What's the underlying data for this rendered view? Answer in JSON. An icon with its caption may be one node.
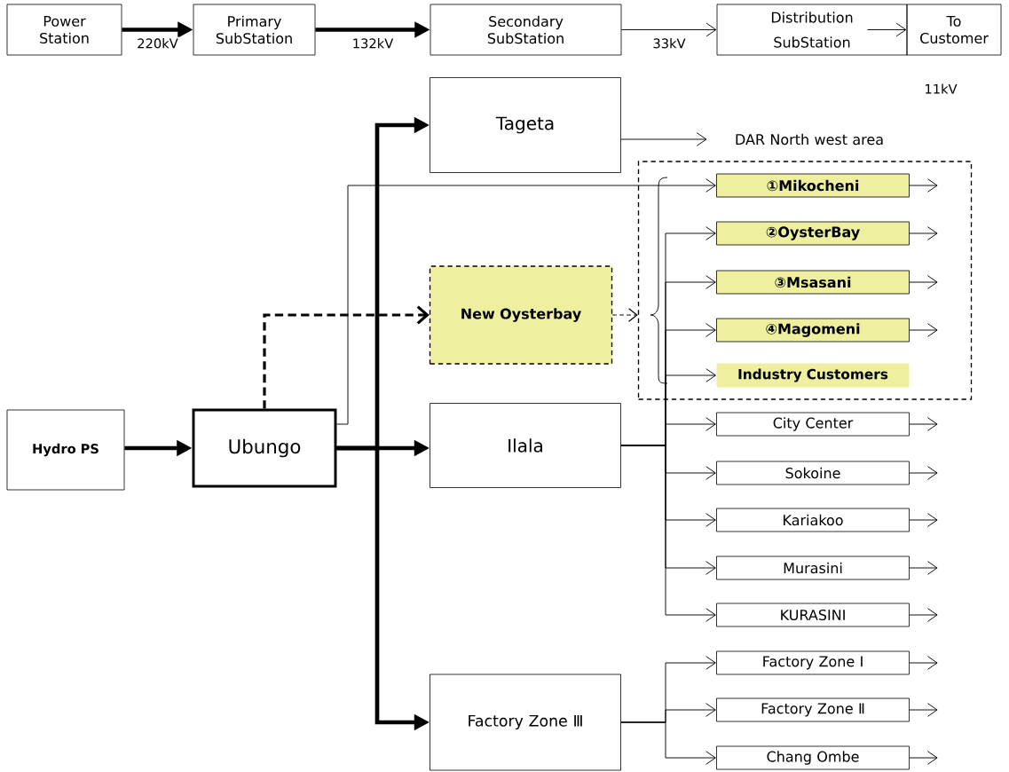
{
  "diagram": {
    "nodes": [
      {
        "text": [
          "Power Station"
        ]
      },
      {
        "text": [
          "Primary SubStation"
        ]
      },
      {
        "text": [
          "Secondary SubStation"
        ]
      },
      {
        "text": [
          "Distribution SubStation"
        ]
      },
      {
        "text": [
          "To Customer"
        ]
      },
      {
        "text": [
          "Hydro PS"
        ]
      },
      {
        "text": [
          "Ubungo"
        ]
      },
      {
        "text": [
          "Tageta"
        ]
      },
      {
        "text": [
          "New Oysterbay"
        ]
      },
      {
        "text": [
          "Ilala"
        ]
      },
      {
        "text": [
          "Factory Zone Ⅲ"
        ]
      },
      {
        "text": [],
        "shape": "box"
      },
      {
        "text": [
          "①Mikocheni"
        ],
        "in": 11
      },
      {
        "text": [
          "②OysterBay"
        ],
        "in": 11
      },
      {
        "text": [
          "③Msasani"
        ],
        "in": 11
      },
      {
        "text": [
          "④Magomeni"
        ],
        "in": 11
      },
      {
        "text": [
          "Industry Customers"
        ],
        "in": 11
      },
      {
        "text": [
          "City Center"
        ]
      },
      {
        "text": [
          "Sokoine"
        ]
      },
      {
        "text": [
          "Kariakoo"
        ]
      },
      {
        "text": [
          "Murasini"
        ]
      },
      {
        "text": [
          "KURASINI"
        ]
      },
      {
        "text": [
          "Factory Zone Ⅰ"
        ]
      },
      {
        "text": [
          "Factory Zone Ⅱ"
        ]
      },
      {
        "text": [
          "Chang Ombe"
        ]
      },
      {
        "text": [
          "DAR North west area"
        ]
      }
    ],
    "edges": [
      {
        "from": 0,
        "to": 1,
        "arrow": "to",
        "label": "220kV",
        "style": "thick"
      },
      {
        "from": 1,
        "to": 2,
        "arrow": "to",
        "label": "132kV",
        "style": "thick"
      },
      {
        "from": 2,
        "to": 3,
        "arrow": "to",
        "label": "33kV"
      },
      {
        "from": 3,
        "to": 4,
        "arrow": "to"
      },
      {
        "from": 5,
        "to": 6,
        "arrow": "to",
        "style": "thick"
      },
      {
        "from": 6,
        "to": 7,
        "arrow": "to",
        "style": "thick"
      },
      {
        "from": 6,
        "to": 9,
        "arrow": "to",
        "style": "thick"
      },
      {
        "from": 6,
        "to": 10,
        "arrow": "to",
        "style": "thick"
      },
      {
        "from": 6,
        "to": 8,
        "arrow": "to",
        "style": "dashed"
      },
      {
        "from": 6,
        "to": 12,
        "arrow": "to"
      },
      {
        "from": 7,
        "to": 25,
        "arrow": "to"
      },
      {
        "from": 8,
        "to": 11,
        "arrow": "to",
        "style": "dashed"
      },
      {
        "from": 9,
        "to": 13,
        "arrow": "to"
      },
      {
        "from": 9,
        "to": 14,
        "arrow": "to"
      },
      {
        "from": 9,
        "to": 15,
        "arrow": "to"
      },
      {
        "from": 9,
        "to": 16,
        "arrow": "to"
      },
      {
        "from": 9,
        "to": 17,
        "arrow": "to"
      },
      {
        "from": 9,
        "to": 18,
        "arrow": "to"
      },
      {
        "from": 9,
        "to": 19,
        "arrow": "to"
      },
      {
        "from": 9,
        "to": 20,
        "arrow": "to"
      },
      {
        "from": 9,
        "to": 21,
        "arrow": "to"
      },
      {
        "from": 10,
        "to": 22,
        "arrow": "to"
      },
      {
        "from": 10,
        "to": 23,
        "arrow": "to"
      },
      {
        "from": 10,
        "to": 24,
        "arrow": "to"
      },
      {
        "from": 12,
        "to": null,
        "arrow": "to"
      },
      {
        "from": 13,
        "to": null,
        "arrow": "to"
      },
      {
        "from": 14,
        "to": null,
        "arrow": "to"
      },
      {
        "from": 15,
        "to": null,
        "arrow": "to"
      },
      {
        "from": 17,
        "to": null,
        "arrow": "to"
      },
      {
        "from": 18,
        "to": null,
        "arrow": "to"
      },
      {
        "from": 19,
        "to": null,
        "arrow": "to"
      },
      {
        "from": 20,
        "to": null,
        "arrow": "to"
      },
      {
        "from": 21,
        "to": null,
        "arrow": "to"
      },
      {
        "from": 22,
        "to": null,
        "arrow": "to"
      },
      {
        "from": 23,
        "to": null,
        "arrow": "to"
      },
      {
        "from": 24,
        "to": null,
        "arrow": "to"
      }
    ],
    "labels": [
      "11kV"
    ]
  }
}
